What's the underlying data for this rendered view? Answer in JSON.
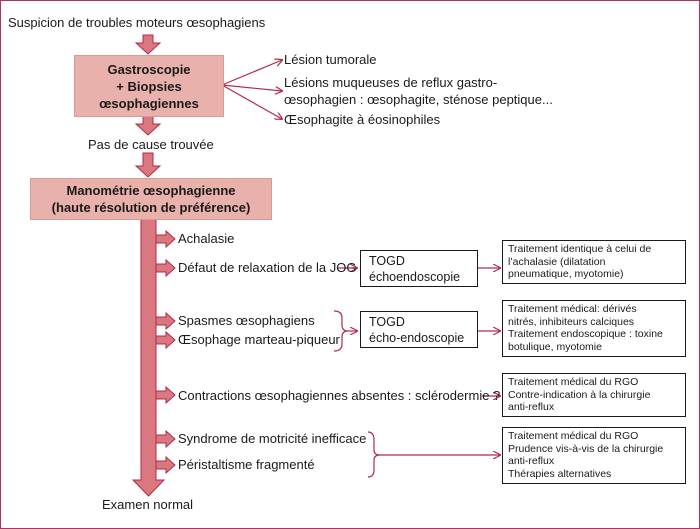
{
  "colors": {
    "arrow_fill": "#d9787e",
    "arrow_stroke": "#b22a4b",
    "box_fill": "#e9b1ab",
    "frame": "#b0306a"
  },
  "top_label": "Suspicion de troubles moteurs œsophagiens",
  "gastro_box": {
    "line1": "Gastroscopie",
    "line2": "+ Biopsies",
    "line3": "œsophagiennes"
  },
  "gastro_findings": [
    "Lésion tumorale",
    "Lésions muqueuses de reflux gastro-",
    "œsophagien : œsophagite, sténose peptique...",
    "Œsophagite à éosinophiles"
  ],
  "no_cause": "Pas de cause trouvée",
  "mano_box": {
    "line1": "Manométrie œsophagienne",
    "line2": "(haute résolution de préférence)"
  },
  "findings": {
    "achalasie": "Achalasie",
    "jog": "Défaut de relaxation de la JOG",
    "spasmes": "Spasmes œsophagiens",
    "marteau": "Œsophage marteau-piqueur",
    "absentes": "Contractions œsophagiennes absentes : sclérodermie ?",
    "inefficace": "Syndrome de motricité inefficace",
    "fragmente": "Péristaltisme fragmenté"
  },
  "exam_normal": "Examen normal",
  "exam_boxes": {
    "box1": {
      "line1": "TOGD",
      "line2": "échoendoscopie"
    },
    "box2": {
      "line1": "TOGD",
      "line2": "écho-endoscopie"
    }
  },
  "treatments": {
    "t1": [
      "Traitement identique à celui de",
      "l’achalasie (dilatation",
      "pneumatique, myotomie)"
    ],
    "t2": [
      "Traitement médical: dérivés",
      "nitrés, inhibiteurs calciques",
      "Traitement endoscopique : toxine",
      "botulique, myotomie"
    ],
    "t3": [
      "Traitement médical du RGO",
      "Contre-indication à la chirurgie",
      "anti-reflux"
    ],
    "t4": [
      "Traitement médical du RGO",
      "Prudence vis-à-vis de la chirurgie",
      "anti-reflux",
      "Thérapies alternatives"
    ]
  }
}
